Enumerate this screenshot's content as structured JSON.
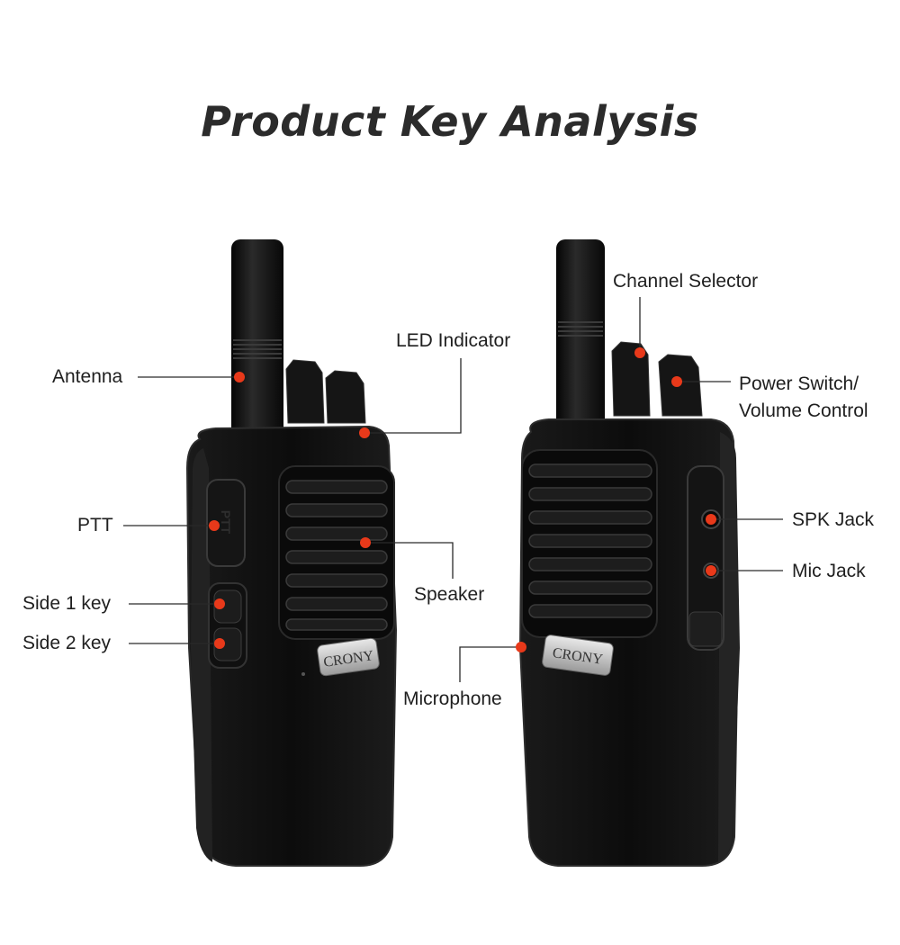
{
  "title": "Product Key Analysis",
  "accent_color": "#e8391a",
  "labels": {
    "antenna": "Antenna",
    "ptt": "PTT",
    "side1": "Side 1 key",
    "side2": "Side 2 key",
    "led": "LED Indicator",
    "speaker": "Speaker",
    "microphone": "Microphone",
    "channel": "Channel Selector",
    "power1": "Power Switch/",
    "power2": "Volume Control",
    "spk": "SPK Jack",
    "mic": "Mic Jack"
  },
  "brand": "CRONY",
  "ptt_mark": "PTT"
}
